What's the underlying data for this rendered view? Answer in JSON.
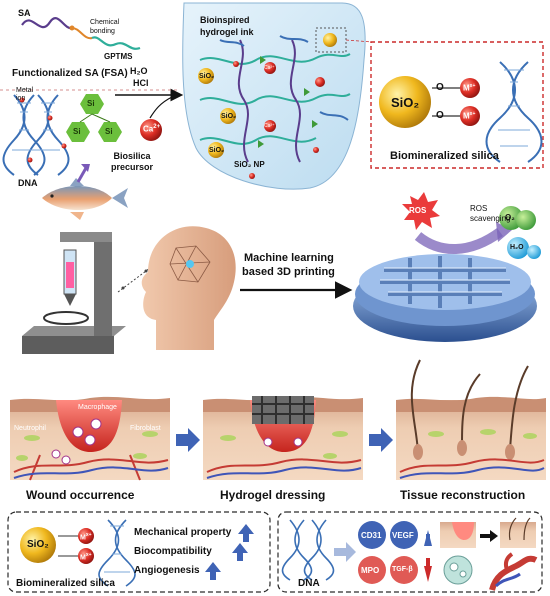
{
  "top_left": {
    "sa": "SA",
    "chemical_bonding": "Chemical bonding",
    "gptms": "GPTMS",
    "fsa": "Functionalized SA (FSA)",
    "metal_ion": "Metal ion",
    "dna": "DNA",
    "biosilica": "Biosilica precursor",
    "si": "Si",
    "ca": "Ca",
    "ca_sup": "2+"
  },
  "reaction": {
    "h2o": "H₂O",
    "hcl": "HCl"
  },
  "ink": {
    "title": "Bioinspired hydrogel ink",
    "sio2_np": "SiO₂ NP",
    "sio2": "SiO₂",
    "ca_small": "Ca²⁺"
  },
  "biomin_top": {
    "sio2": "SiO₂",
    "o": "O",
    "m": "M",
    "m_sup": "x+",
    "caption": "Biomineralized silica"
  },
  "printing": {
    "caption_line1": "Machine learning",
    "caption_line2": "based 3D printing",
    "ros": "ROS",
    "ros_scavenging_1": "ROS",
    "ros_scavenging_2": "scavenging",
    "o2": "O₂",
    "h2o": "H₂O"
  },
  "wound": {
    "macrophage": "Macrophage",
    "neutrophil": "Neutrophil",
    "fibroblast": "Fibroblast",
    "step1": "Wound occurrence",
    "step2": "Hydrogel dressing",
    "step3": "Tissue reconstruction"
  },
  "bottom_left": {
    "sio2": "SiO₂",
    "m": "M",
    "m_sup": "x+",
    "mechanical": "Mechanical property",
    "biocompat": "Biocompatibility",
    "angio": "Angiogenesis",
    "caption": "Biomineralized silica"
  },
  "bottom_right": {
    "dna": "DNA",
    "cd31": "CD31",
    "vegf": "VEGF",
    "mpo": "MPO",
    "tgf": "TGF-β"
  },
  "colors": {
    "accent_blue": "#3f63b5",
    "frame_red": "#cc2a2a",
    "dna_blue": "#3a6fb5",
    "sio2_gold": "#e8b21c",
    "metal_red": "#d9312b"
  }
}
